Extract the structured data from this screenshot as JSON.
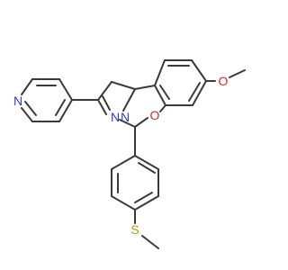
{
  "colors": {
    "bond": "#3a3a3a",
    "oxygen": "#e8231e",
    "nitrogen": "#2a3bd6",
    "sulfur": "#b59a06"
  },
  "atoms": {
    "methoxy_o": "O",
    "ring_o": "O",
    "pyridine_n": "N",
    "pyrazoline_n1": "N",
    "pyrazoline_n2": "N",
    "thioether_s": "S"
  }
}
